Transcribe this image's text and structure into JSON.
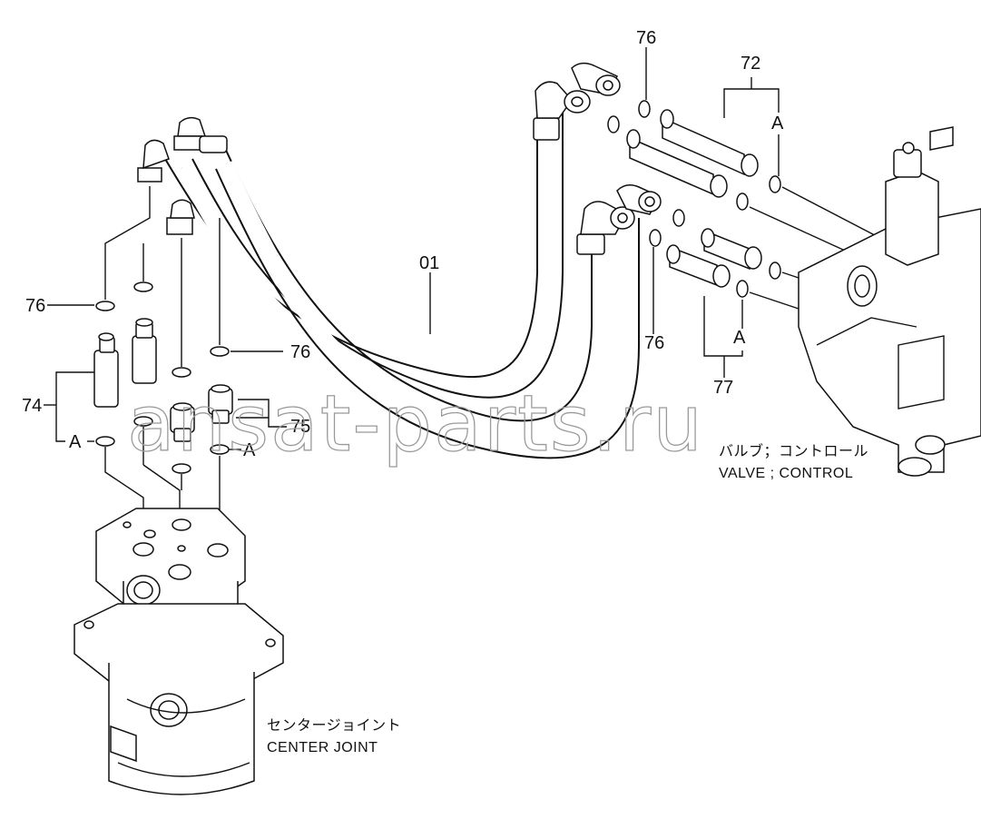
{
  "labels": {
    "hose": "01",
    "oring": "76",
    "adapter_top": "72",
    "adapter_bottom": "77",
    "adapter_left": "74",
    "adapter_mid": "75",
    "marker": "A"
  },
  "captions": {
    "valve_jp": "バルブ；コントロール",
    "valve_en": "VALVE ; CONTROL",
    "center_jp": "センタージョイント",
    "center_en": "CENTER JOINT"
  },
  "watermark": "ansat-parts.ru"
}
